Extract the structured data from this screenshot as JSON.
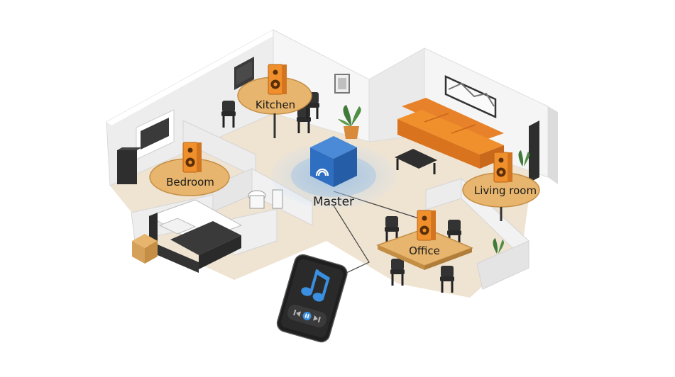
{
  "rooms": {
    "kitchen": "Kitchen",
    "bedroom": "Bedroom",
    "living_room": "Living room",
    "office": "Office"
  },
  "hub": {
    "label": "Master"
  },
  "icons": {
    "hub": "wifi-arc-icon",
    "phone_app": "music-note-icon",
    "player": [
      "previous-icon",
      "pause-icon",
      "next-icon"
    ],
    "speaker": "speaker-icon"
  },
  "colors": {
    "accent_orange": "#F0902C",
    "table_wood": "#E7B56E",
    "hub_blue": "#2F6FC2",
    "phone_blue": "#3A8FE0",
    "floor": "#EFE3D2",
    "wall": "#F4F4F4",
    "dark": "#2B2B2B"
  }
}
